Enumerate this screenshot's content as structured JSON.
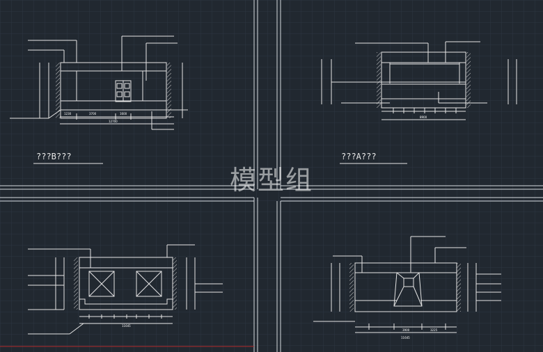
{
  "watermark": "模型组",
  "colors": {
    "background": "#212830",
    "grid": "#2d3642",
    "viewport_frame": "#d8dbe0",
    "linework": "#e6e6e6",
    "annotation": "#ffffff",
    "accent_red": "#b22a2a"
  },
  "views": {
    "top_left": {
      "title": "???B???"
    },
    "top_right": {
      "title": "???A???"
    }
  },
  "dimensions": {
    "top_left": [
      "1230",
      "3700",
      "1600",
      "12700"
    ],
    "top_right": [
      "8900"
    ],
    "bottom_left": [
      "11645"
    ],
    "bottom_right": [
      "3900",
      "3225",
      "11645"
    ]
  }
}
